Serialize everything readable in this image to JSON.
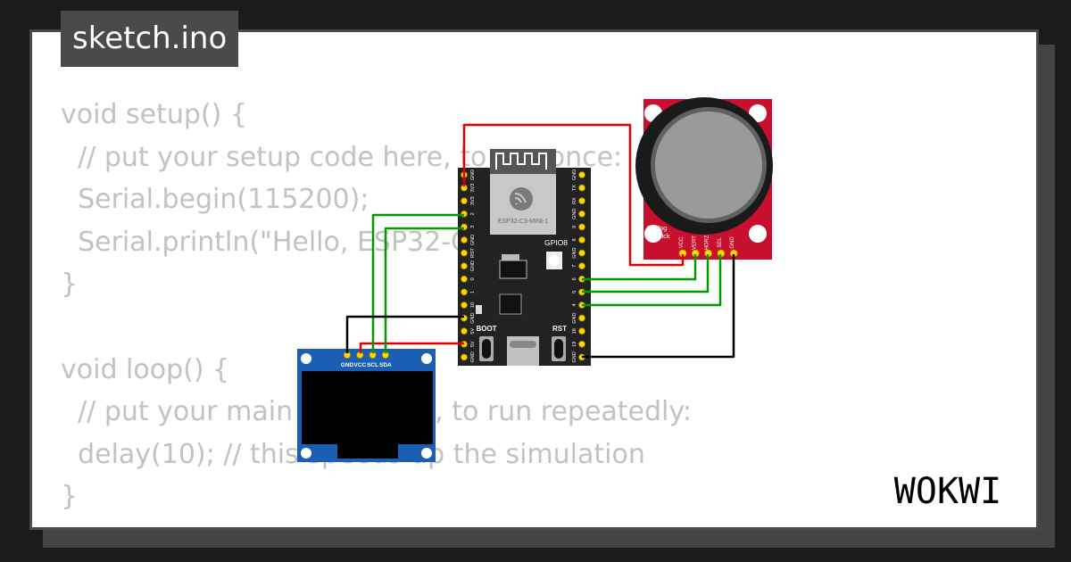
{
  "file_tab": {
    "label": "sketch.ino"
  },
  "code_lines": [
    "void setup() {",
    "  // put your setup code here, to run once:",
    "  Serial.begin(115200);",
    "  Serial.println(\"Hello, ESP32-C3!\");",
    "}",
    "",
    "void loop() {",
    "  // put your main code here, to run repeatedly:",
    "  delay(10); // this speeds up the simulation",
    "}"
  ],
  "esp32": {
    "module_label": "ESP32-C3-MINI-1",
    "gpio_label": "GPIO8",
    "boot_label": "BOOT",
    "rst_label": "RST",
    "left_pins": [
      "GND",
      "3V3",
      "3V3",
      "2",
      "3",
      "GND",
      "RST",
      "GND",
      "0",
      "1",
      "10",
      "GND",
      "5V",
      "5V",
      "GND"
    ],
    "right_pins": [
      "GND",
      "TX",
      "RX",
      "GND",
      "9",
      "8",
      "GND",
      "7",
      "6",
      "5",
      "4",
      "GND",
      "18",
      "19",
      "GND"
    ]
  },
  "oled": {
    "pins": [
      "GND",
      "VCC",
      "SCL",
      "SDA"
    ]
  },
  "joystick": {
    "label_line1": "Analog",
    "label_line2": "Joystick",
    "pins": [
      "VCC",
      "VERT",
      "HORZ",
      "SEL",
      "GND"
    ]
  },
  "brand": {
    "logo_text": "WOKWI"
  },
  "colors": {
    "background": "#1b1b1b",
    "card": "#ffffff",
    "tab": "#4a4a4a",
    "code_text": "#c2c2c2",
    "wire_red": "#e00000",
    "wire_green": "#009900",
    "wire_black": "#000000",
    "joystick_board": "#c8102e",
    "oled_board": "#1a5fb4",
    "esp_board": "#222222",
    "pin_gold": "#ffd700"
  }
}
